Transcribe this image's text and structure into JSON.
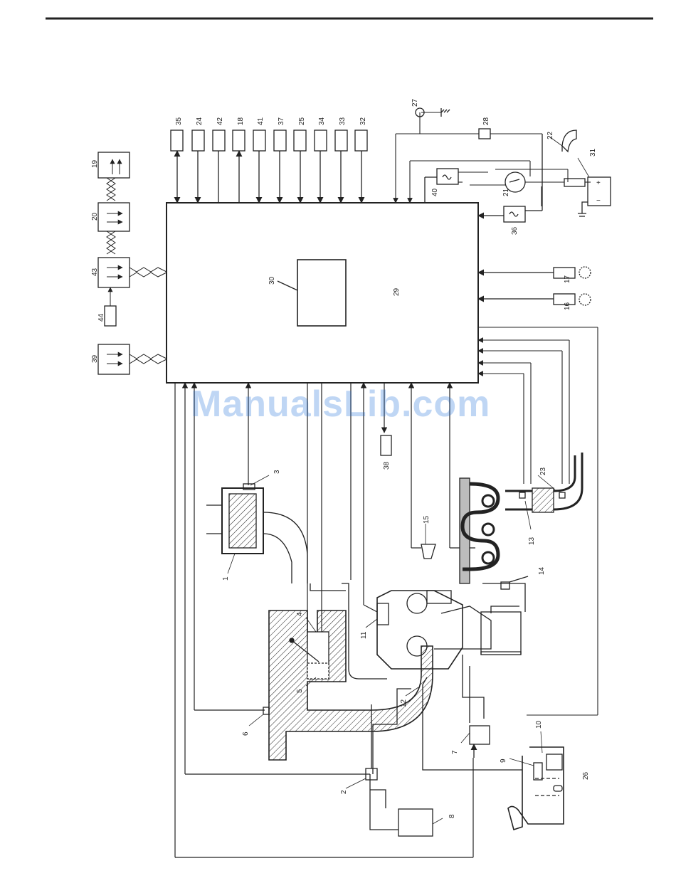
{
  "labels": {
    "top_row": [
      "35",
      "24",
      "42",
      "18",
      "41",
      "37",
      "25",
      "34",
      "33",
      "32"
    ],
    "l1": "1",
    "l2": "2",
    "l3": "3",
    "l4": "4",
    "l5": "5",
    "l6": "6",
    "l7": "7",
    "l8": "8",
    "l9": "9",
    "l10": "10",
    "l11": "11",
    "l12": "12",
    "l13": "13",
    "l14": "14",
    "l15": "15",
    "l16": "16",
    "l17": "17",
    "l19": "19",
    "l20": "20",
    "l21": "21",
    "l22": "22",
    "l23": "23",
    "l26": "26",
    "l27": "27",
    "l28": "28",
    "l29": "29",
    "l30": "30",
    "l31": "31",
    "l36": "36",
    "l38": "38",
    "l39": "39",
    "l40": "40",
    "l43": "43",
    "l44": "44"
  },
  "battery": {
    "plus": "+",
    "minus": "−"
  },
  "watermark": "ManualsLib.com",
  "colors": {
    "line": "#222222",
    "watermark": "#1e6fd8"
  }
}
